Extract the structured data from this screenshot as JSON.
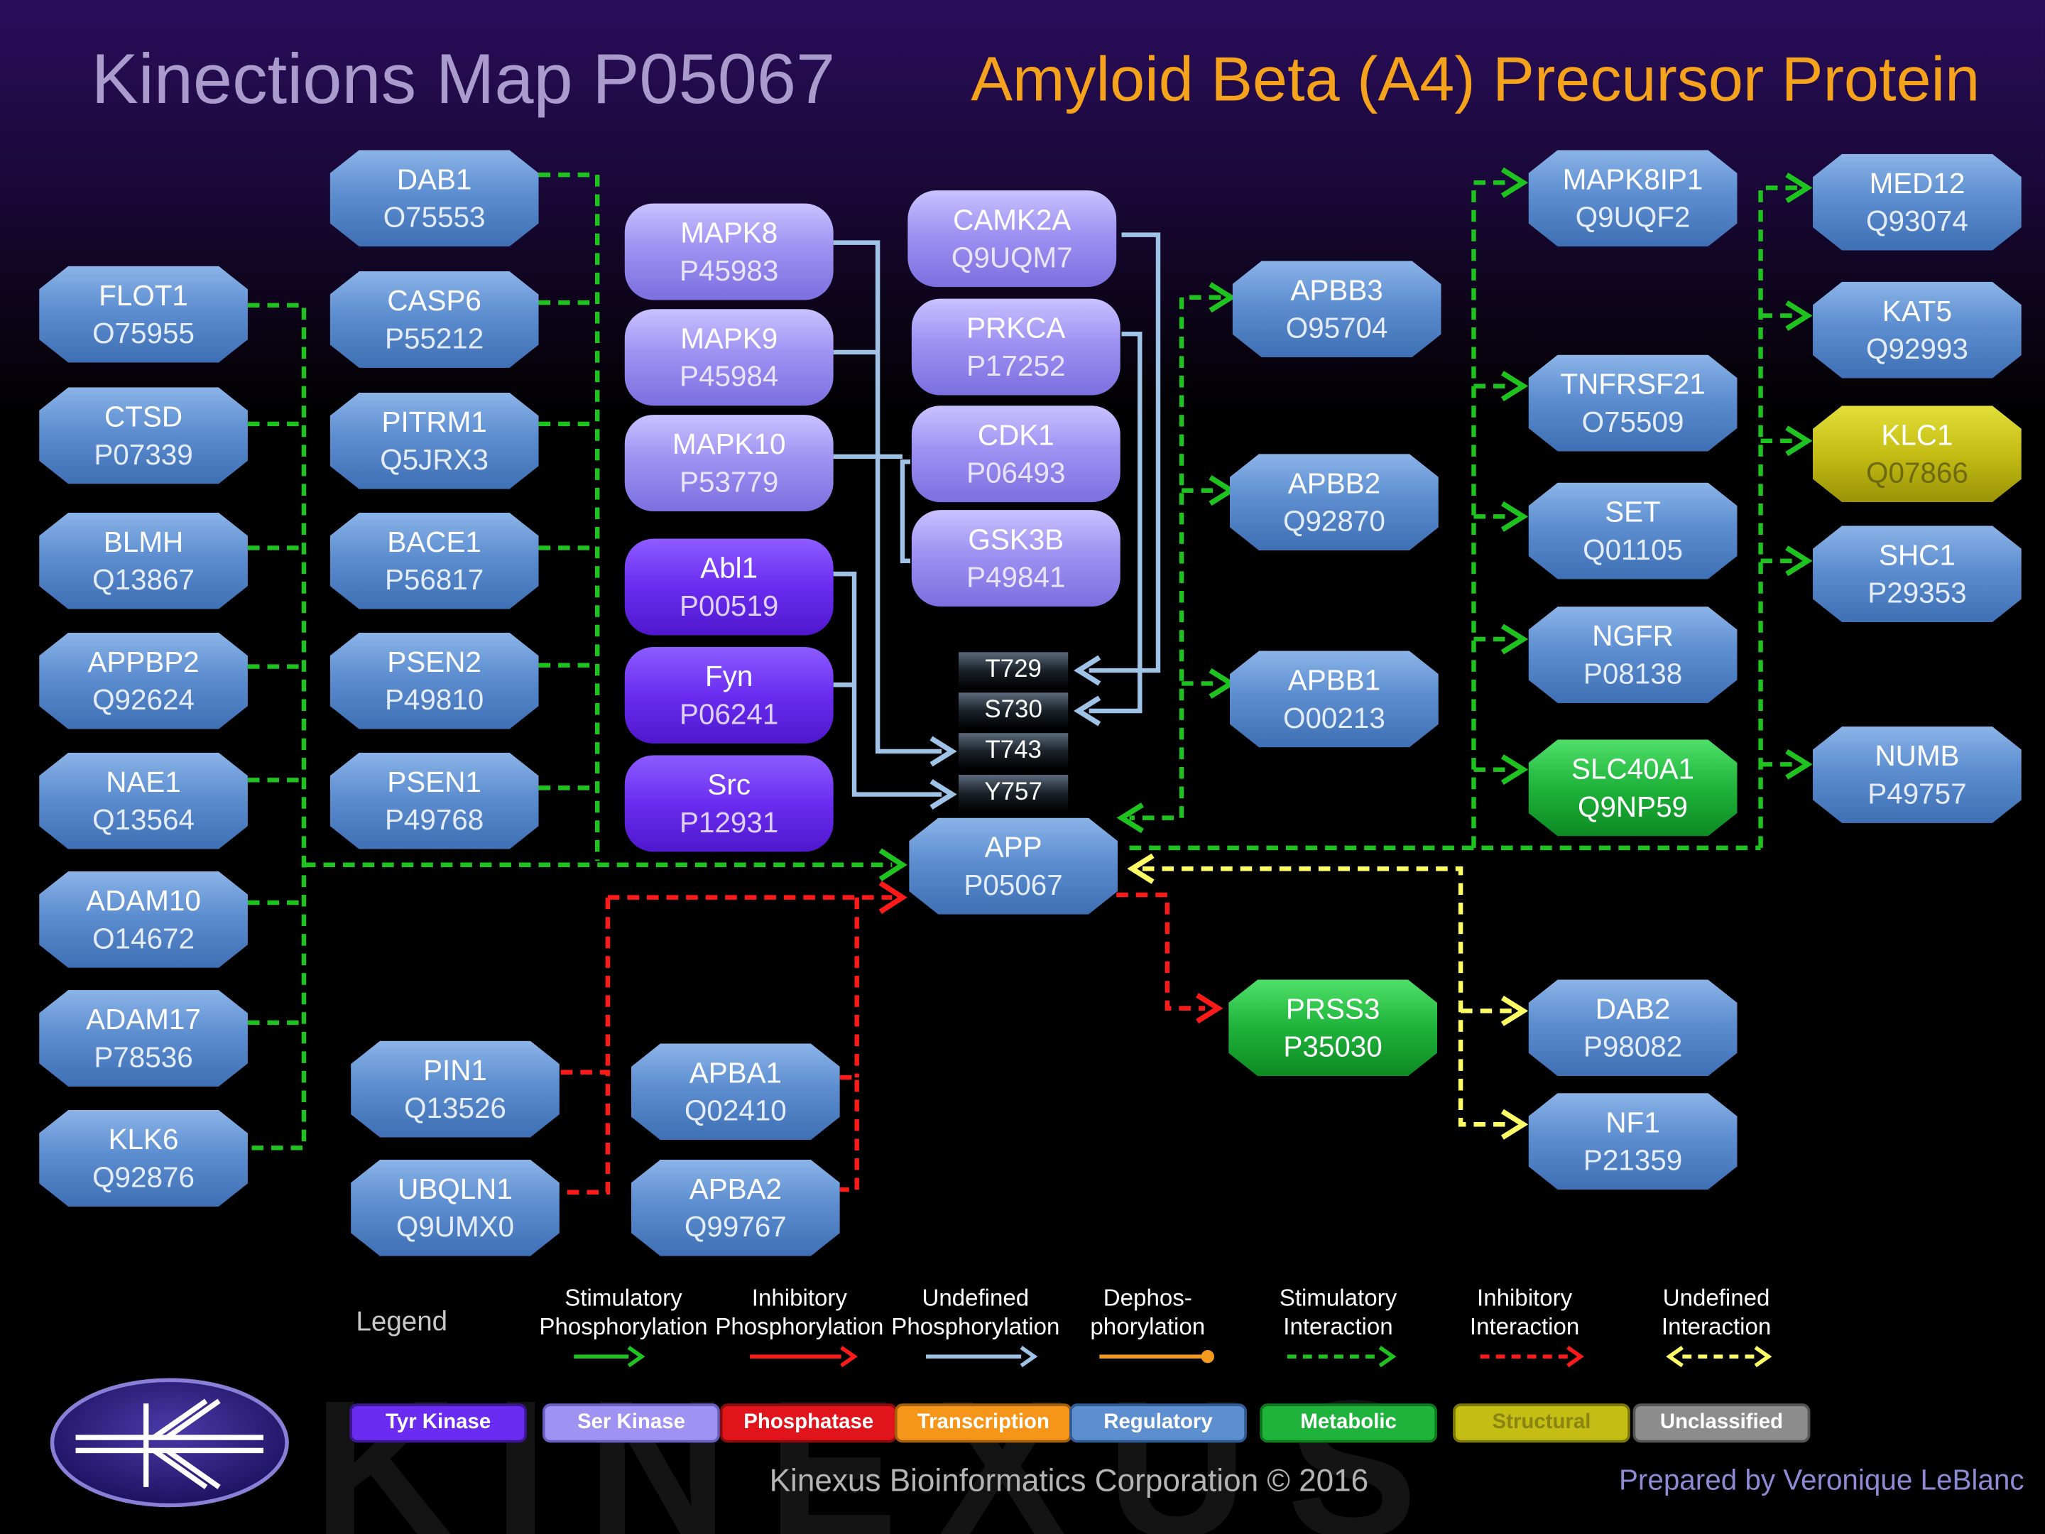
{
  "header": {
    "title": "Kinections Map P05067",
    "protein_name": "Amyloid Beta (A4) Precursor Protein"
  },
  "central": {
    "name": "APP",
    "acc": "P05067"
  },
  "sites": [
    "T729",
    "S730",
    "T743",
    "Y757"
  ],
  "nodes": [
    {
      "id": "FLOT1",
      "name": "FLOT1",
      "acc": "O75955",
      "kind": "regulatory"
    },
    {
      "id": "CTSD",
      "name": "CTSD",
      "acc": "P07339",
      "kind": "regulatory"
    },
    {
      "id": "BLMH",
      "name": "BLMH",
      "acc": "Q13867",
      "kind": "regulatory"
    },
    {
      "id": "APPBP2",
      "name": "APPBP2",
      "acc": "Q92624",
      "kind": "regulatory"
    },
    {
      "id": "NAE1",
      "name": "NAE1",
      "acc": "Q13564",
      "kind": "regulatory"
    },
    {
      "id": "ADAM10",
      "name": "ADAM10",
      "acc": "O14672",
      "kind": "regulatory"
    },
    {
      "id": "ADAM17",
      "name": "ADAM17",
      "acc": "P78536",
      "kind": "regulatory"
    },
    {
      "id": "KLK6",
      "name": "KLK6",
      "acc": "Q92876",
      "kind": "regulatory"
    },
    {
      "id": "DAB1",
      "name": "DAB1",
      "acc": "O75553",
      "kind": "regulatory"
    },
    {
      "id": "CASP6",
      "name": "CASP6",
      "acc": "P55212",
      "kind": "regulatory"
    },
    {
      "id": "PITRM1",
      "name": "PITRM1",
      "acc": "Q5JRX3",
      "kind": "regulatory"
    },
    {
      "id": "BACE1",
      "name": "BACE1",
      "acc": "P56817",
      "kind": "regulatory"
    },
    {
      "id": "PSEN2",
      "name": "PSEN2",
      "acc": "P49810",
      "kind": "regulatory"
    },
    {
      "id": "PSEN1",
      "name": "PSEN1",
      "acc": "P49768",
      "kind": "regulatory"
    },
    {
      "id": "MAPK8",
      "name": "MAPK8",
      "acc": "P45983",
      "kind": "ser-kinase"
    },
    {
      "id": "MAPK9",
      "name": "MAPK9",
      "acc": "P45984",
      "kind": "ser-kinase"
    },
    {
      "id": "MAPK10",
      "name": "MAPK10",
      "acc": "P53779",
      "kind": "ser-kinase"
    },
    {
      "id": "Abl1",
      "name": "Abl1",
      "acc": "P00519",
      "kind": "tyr-kinase"
    },
    {
      "id": "Fyn",
      "name": "Fyn",
      "acc": "P06241",
      "kind": "tyr-kinase"
    },
    {
      "id": "Src",
      "name": "Src",
      "acc": "P12931",
      "kind": "tyr-kinase"
    },
    {
      "id": "CAMK2A",
      "name": "CAMK2A",
      "acc": "Q9UQM7",
      "kind": "ser-kinase"
    },
    {
      "id": "PRKCA",
      "name": "PRKCA",
      "acc": "P17252",
      "kind": "ser-kinase"
    },
    {
      "id": "CDK1",
      "name": "CDK1",
      "acc": "P06493",
      "kind": "ser-kinase"
    },
    {
      "id": "GSK3B",
      "name": "GSK3B",
      "acc": "P49841",
      "kind": "ser-kinase"
    },
    {
      "id": "APP",
      "name": "APP",
      "acc": "P05067",
      "kind": "regulatory"
    },
    {
      "id": "PIN1",
      "name": "PIN1",
      "acc": "Q13526",
      "kind": "regulatory"
    },
    {
      "id": "UBQLN1",
      "name": "UBQLN1",
      "acc": "Q9UMX0",
      "kind": "regulatory"
    },
    {
      "id": "APBA1",
      "name": "APBA1",
      "acc": "Q02410",
      "kind": "regulatory"
    },
    {
      "id": "APBA2",
      "name": "APBA2",
      "acc": "Q99767",
      "kind": "regulatory"
    },
    {
      "id": "APBB3",
      "name": "APBB3",
      "acc": "O95704",
      "kind": "regulatory"
    },
    {
      "id": "APBB2",
      "name": "APBB2",
      "acc": "Q92870",
      "kind": "regulatory"
    },
    {
      "id": "APBB1",
      "name": "APBB1",
      "acc": "O00213",
      "kind": "regulatory"
    },
    {
      "id": "PRSS3",
      "name": "PRSS3",
      "acc": "P35030",
      "kind": "metabolic"
    },
    {
      "id": "MAPK8IP1",
      "name": "MAPK8IP1",
      "acc": "Q9UQF2",
      "kind": "regulatory"
    },
    {
      "id": "TNFRSF21",
      "name": "TNFRSF21",
      "acc": "O75509",
      "kind": "regulatory"
    },
    {
      "id": "SET",
      "name": "SET",
      "acc": "Q01105",
      "kind": "regulatory"
    },
    {
      "id": "NGFR",
      "name": "NGFR",
      "acc": "P08138",
      "kind": "regulatory"
    },
    {
      "id": "SLC40A1",
      "name": "SLC40A1",
      "acc": "Q9NP59",
      "kind": "metabolic"
    },
    {
      "id": "DAB2",
      "name": "DAB2",
      "acc": "P98082",
      "kind": "regulatory"
    },
    {
      "id": "NF1",
      "name": "NF1",
      "acc": "P21359",
      "kind": "regulatory"
    },
    {
      "id": "MED12",
      "name": "MED12",
      "acc": "Q93074",
      "kind": "regulatory"
    },
    {
      "id": "KAT5",
      "name": "KAT5",
      "acc": "Q92993",
      "kind": "regulatory"
    },
    {
      "id": "KLC1",
      "name": "KLC1",
      "acc": "Q07866",
      "kind": "structural"
    },
    {
      "id": "SHC1",
      "name": "SHC1",
      "acc": "P29353",
      "kind": "regulatory"
    },
    {
      "id": "NUMB",
      "name": "NUMB",
      "acc": "P49757",
      "kind": "regulatory"
    }
  ],
  "edges": [
    {
      "from": "FLOT1",
      "to": "APP",
      "type": "stimulatory-interaction"
    },
    {
      "from": "CTSD",
      "to": "APP",
      "type": "stimulatory-interaction"
    },
    {
      "from": "BLMH",
      "to": "APP",
      "type": "stimulatory-interaction"
    },
    {
      "from": "APPBP2",
      "to": "APP",
      "type": "stimulatory-interaction"
    },
    {
      "from": "NAE1",
      "to": "APP",
      "type": "stimulatory-interaction"
    },
    {
      "from": "ADAM10",
      "to": "APP",
      "type": "stimulatory-interaction"
    },
    {
      "from": "ADAM17",
      "to": "APP",
      "type": "stimulatory-interaction"
    },
    {
      "from": "KLK6",
      "to": "APP",
      "type": "stimulatory-interaction"
    },
    {
      "from": "DAB1",
      "to": "APP",
      "type": "stimulatory-interaction"
    },
    {
      "from": "CASP6",
      "to": "APP",
      "type": "stimulatory-interaction"
    },
    {
      "from": "PITRM1",
      "to": "APP",
      "type": "stimulatory-interaction"
    },
    {
      "from": "BACE1",
      "to": "APP",
      "type": "stimulatory-interaction"
    },
    {
      "from": "PSEN2",
      "to": "APP",
      "type": "stimulatory-interaction"
    },
    {
      "from": "PSEN1",
      "to": "APP",
      "type": "stimulatory-interaction"
    },
    {
      "from": "PIN1",
      "to": "APP",
      "type": "inhibitory-interaction"
    },
    {
      "from": "UBQLN1",
      "to": "APP",
      "type": "inhibitory-interaction"
    },
    {
      "from": "APBA1",
      "to": "APP",
      "type": "inhibitory-interaction"
    },
    {
      "from": "APBA2",
      "to": "APP",
      "type": "inhibitory-interaction"
    },
    {
      "from": "MAPK8",
      "to": "T743",
      "type": "undefined-phosphorylation"
    },
    {
      "from": "MAPK9",
      "to": "T743",
      "type": "undefined-phosphorylation"
    },
    {
      "from": "MAPK10",
      "to": "T743",
      "type": "undefined-phosphorylation"
    },
    {
      "from": "CDK1",
      "to": "T743",
      "type": "undefined-phosphorylation"
    },
    {
      "from": "GSK3B",
      "to": "T743",
      "type": "undefined-phosphorylation"
    },
    {
      "from": "Abl1",
      "to": "Y757",
      "type": "undefined-phosphorylation"
    },
    {
      "from": "Fyn",
      "to": "Y757",
      "type": "undefined-phosphorylation"
    },
    {
      "from": "Src",
      "to": "Y757",
      "type": "undefined-phosphorylation"
    },
    {
      "from": "CAMK2A",
      "to": "T729",
      "type": "undefined-phosphorylation"
    },
    {
      "from": "PRKCA",
      "to": "S730",
      "type": "undefined-phosphorylation"
    },
    {
      "from": "APBB3",
      "to": "APP",
      "type": "stimulatory-interaction"
    },
    {
      "from": "APBB2",
      "to": "APP",
      "type": "stimulatory-interaction"
    },
    {
      "from": "APBB1",
      "to": "APP",
      "type": "stimulatory-interaction"
    },
    {
      "from": "APP",
      "to": "PRSS3",
      "type": "inhibitory-interaction"
    },
    {
      "from": "APP",
      "to": "MAPK8IP1",
      "type": "stimulatory-interaction"
    },
    {
      "from": "APP",
      "to": "TNFRSF21",
      "type": "stimulatory-interaction"
    },
    {
      "from": "APP",
      "to": "SET",
      "type": "stimulatory-interaction"
    },
    {
      "from": "APP",
      "to": "NGFR",
      "type": "stimulatory-interaction"
    },
    {
      "from": "APP",
      "to": "SLC40A1",
      "type": "stimulatory-interaction"
    },
    {
      "from": "APP",
      "to": "MED12",
      "type": "stimulatory-interaction"
    },
    {
      "from": "APP",
      "to": "KAT5",
      "type": "stimulatory-interaction"
    },
    {
      "from": "APP",
      "to": "KLC1",
      "type": "stimulatory-interaction"
    },
    {
      "from": "APP",
      "to": "SHC1",
      "type": "stimulatory-interaction"
    },
    {
      "from": "APP",
      "to": "NUMB",
      "type": "stimulatory-interaction"
    },
    {
      "from": "DAB2",
      "to": "APP",
      "type": "undefined-interaction"
    },
    {
      "from": "NF1",
      "to": "APP",
      "type": "undefined-interaction"
    }
  ],
  "legend": {
    "title": "Legend",
    "edge_types": [
      {
        "label_1": "Stimulatory",
        "label_2": "Phosphorylation",
        "color": "#1fc31f",
        "style": "solid-arrow"
      },
      {
        "label_1": "Inhibitory",
        "label_2": "Phosphorylation",
        "color": "#ff1a1a",
        "style": "solid-arrow"
      },
      {
        "label_1": "Undefined",
        "label_2": "Phosphorylation",
        "color": "#9ec3e6",
        "style": "solid-arrow"
      },
      {
        "label_1": "Dephos-",
        "label_2": "phorylation",
        "color": "#f39a1e",
        "style": "solid-ball"
      },
      {
        "label_1": "Stimulatory",
        "label_2": "Interaction",
        "color": "#1fc31f",
        "style": "dashed-arrow"
      },
      {
        "label_1": "Inhibitory",
        "label_2": "Interaction",
        "color": "#ff1a1a",
        "style": "dashed-arrow"
      },
      {
        "label_1": "Undefined",
        "label_2": "Interaction",
        "color": "#ffff66",
        "style": "dashed-arrow"
      }
    ],
    "categories": [
      {
        "label": "Tyr Kinase",
        "color": "#6a2cf0",
        "text_color": "#ffffff"
      },
      {
        "label": "Ser Kinase",
        "color": "#9e92f2",
        "text_color": "#ffffff"
      },
      {
        "label": "Phosphatase",
        "color": "#e0141a",
        "text_color": "#ffffff"
      },
      {
        "label": "Transcription",
        "color": "#f5961a",
        "text_color": "#ffffff"
      },
      {
        "label": "Regulatory",
        "color": "#5d8ed0",
        "text_color": "#ffffff"
      },
      {
        "label": "Metabolic",
        "color": "#1fb33b",
        "text_color": "#ffffff"
      },
      {
        "label": "Structural",
        "color": "#c4bd14",
        "text_color": "#8a8410"
      },
      {
        "label": "Unclassified",
        "color": "#8c8c8c",
        "text_color": "#ffffff"
      }
    ]
  },
  "footer": {
    "watermark": "KINEXUS",
    "copyright": "Kinexus Bioinformatics Corporation © 2016",
    "credit": "Prepared by Veronique LeBlanc"
  },
  "colors": {
    "stimulatory": "#1fc31f",
    "inhibitory": "#ff1a1a",
    "undefined_phos": "#9ec3e6",
    "undefined_interaction": "#ffff66",
    "title_left": "#a99ccc",
    "title_right": "#f5a21c"
  }
}
